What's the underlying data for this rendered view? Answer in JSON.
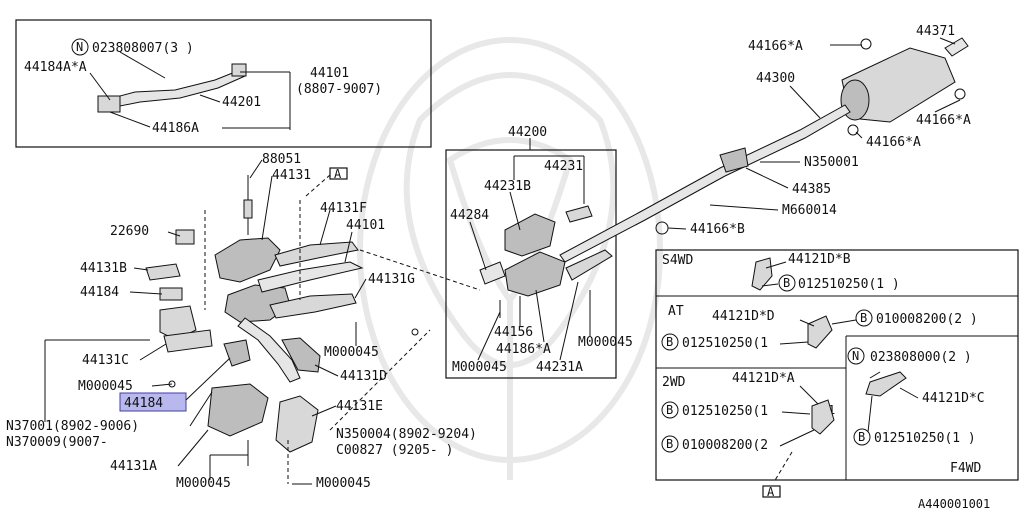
{
  "diagram_id": "A440001001",
  "inset_top": {
    "ref_n": "N",
    "ref_n_code": "023808007(3 )",
    "l_44184a_a": "44184A*A",
    "l_44101": "44101",
    "l_44101_date": "(8807-9007)",
    "l_44201": "44201",
    "l_44186a": "44186A"
  },
  "left": {
    "l_88051": "88051",
    "l_44131": "44131",
    "ref_a": "A",
    "l_44131f": "44131F",
    "l_44101": "44101",
    "l_22690": "22690",
    "l_44131b": "44131B",
    "l_44131g": "44131G",
    "l_44184": "44184",
    "l_44131c": "44131C",
    "l_m000045_a": "M000045",
    "l_m000045_b": "M000045",
    "l_44184_hl": "44184",
    "l_44131d": "44131D",
    "l_44131e": "44131E",
    "l_n37001": "N37001(8902-9006)",
    "l_n370009": "N370009(9007-",
    "l_n350004": "N350004(8902-9204)",
    "l_c00827": "C00827 (9205-    )",
    "l_44131a": "44131A",
    "l_m000045_c": "M000045",
    "l_m000045_d": "M000045"
  },
  "center": {
    "l_44200": "44200",
    "l_44231": "44231",
    "l_44231b": "44231B",
    "l_44284": "44284",
    "l_44156": "44156",
    "l_44186a": "44186*A",
    "l_m000045_a": "M000045",
    "l_m000045_b": "M000045",
    "l_44231a": "44231A"
  },
  "right": {
    "l_44371": "44371",
    "l_44166a_1": "44166*A",
    "l_44300": "44300",
    "l_44166a_2": "44166*A",
    "l_44166a_3": "44166*A",
    "l_n350001": "N350001",
    "l_44385": "44385",
    "l_m660014": "M660014",
    "l_44166b": "44166*B"
  },
  "inset_br": {
    "s4wd": "S4WD",
    "s4wd_part": "44121D*B",
    "s4wd_bolt": "012510250(1 )",
    "at": "AT",
    "at_part": "44121D*D",
    "at_bolt1": "010008200(2 )",
    "at_bolt2": "012510250(1",
    "twowd": "2WD",
    "twowd_part": "44121D*A",
    "twowd_bolt1": "012510250(1",
    "twowd_bolt2": "010008200(2",
    "f4wd_n": "N",
    "f4wd_n_code": "023808000(2 )",
    "f4wd_part": "44121D*C",
    "f4wd_bolt": "012510250(1 )",
    "f4wd": "F4WD",
    "b": "B",
    "ref_a": "A",
    "num1": "1"
  }
}
